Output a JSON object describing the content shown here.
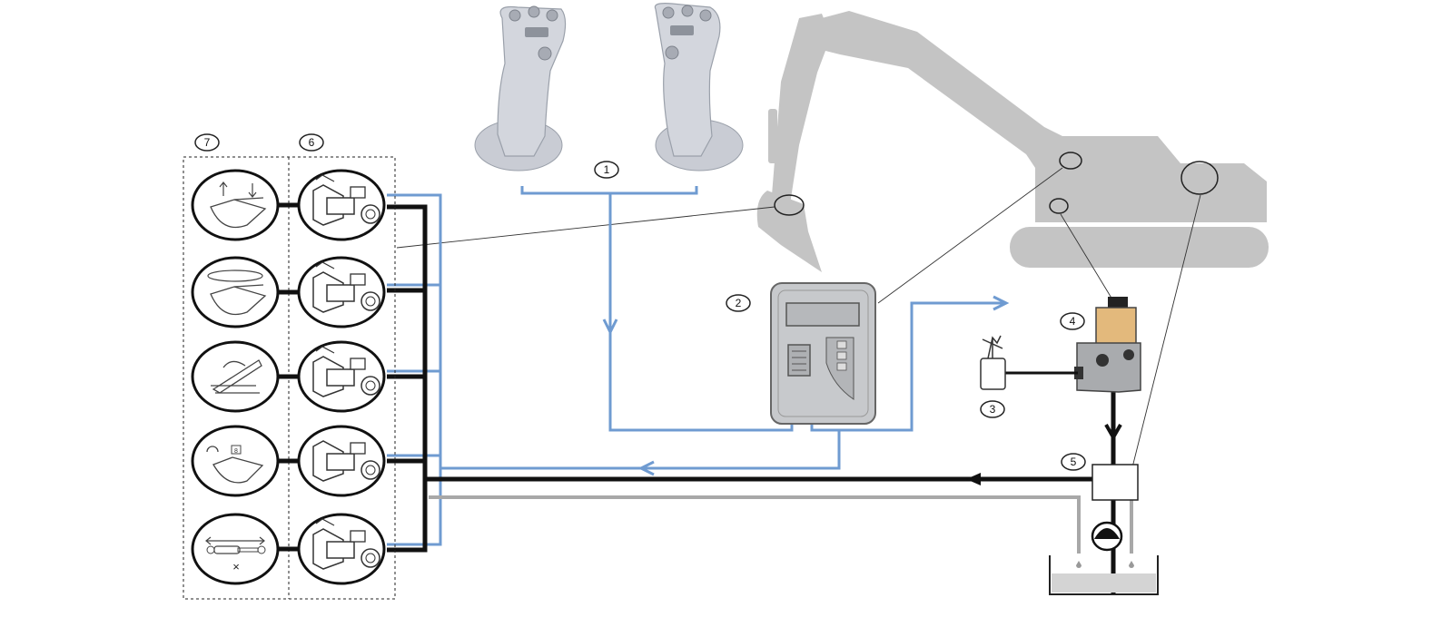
{
  "callouts": {
    "n1": "1",
    "n2": "2",
    "n3": "3",
    "n4": "4",
    "n5": "5",
    "n6": "6",
    "n7": "7"
  },
  "tool_icons": {
    "lock_mark": "8",
    "cross_mark": "×"
  },
  "colors": {
    "signal_blue": "#6f9bd1",
    "hydraulic_black": "#111111",
    "return_gray": "#a8a8a8",
    "machine_gray": "#c4c4c4"
  },
  "icon_names": {
    "joysticks": "joystick-icon",
    "controller": "control-unit-icon",
    "excavator": "excavator-icon",
    "valves": "solenoid-valve-icon",
    "tools": "tool-function-icon",
    "pump": "pump-icon",
    "tank": "tank-icon"
  }
}
